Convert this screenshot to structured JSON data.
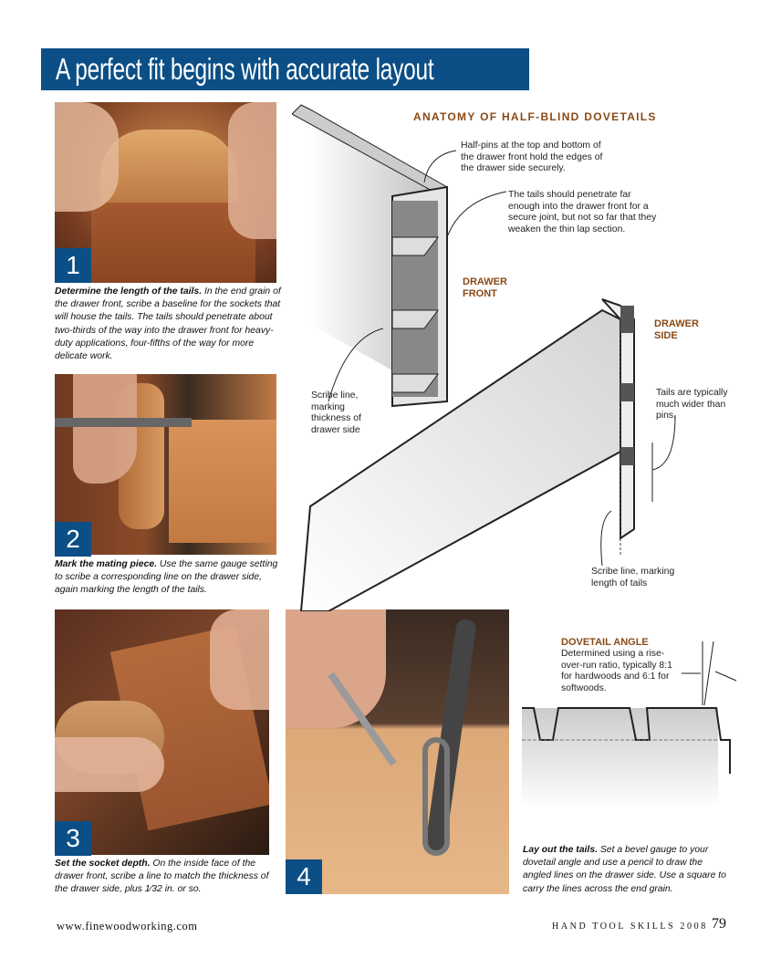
{
  "title": "A perfect fit begins with accurate layout",
  "steps": [
    {
      "number": "1",
      "lead": "Determine the length of the tails.",
      "text": " In the end grain of the drawer front, scribe a baseline for the sockets that will house the tails. The tails should penetrate about two-thirds of the way into the drawer front for heavy-duty applications, four-fifths of the way for more delicate work."
    },
    {
      "number": "2",
      "lead": "Mark the mating piece.",
      "text": " Use the same gauge setting to scribe a corresponding line on the drawer side, again marking the length of the tails."
    },
    {
      "number": "3",
      "lead": "Set the socket depth.",
      "text": " On the inside face of the drawer front, scribe a line to match the thickness of the drawer side, plus 1⁄32 in. or so."
    },
    {
      "number": "4",
      "lead": "Lay out the tails.",
      "text": " Set a bevel gauge to your dovetail angle and use a pencil to draw the angled lines on the drawer side. Use a square to carry the lines across the end grain."
    }
  ],
  "diagram": {
    "title": "ANATOMY OF HALF-BLIND DOVETAILS",
    "half_pins_note": "Half-pins at the top and bottom of the drawer front hold the edges of the drawer side securely.",
    "tails_note": "The tails should penetrate far enough into the drawer front for a secure joint, but not so far that they weaken the thin lap section.",
    "drawer_front": "DRAWER FRONT",
    "drawer_side": "DRAWER SIDE",
    "scribe_thickness": "Scribe line, marking thickness of drawer side",
    "tails_wider": "Tails are typically much wider than pins.",
    "scribe_length": "Scribe line, marking length of tails"
  },
  "angle": {
    "title": "DOVETAIL ANGLE",
    "text": "Determined using a rise-over-run ratio, typically 8:1 for hardwoods and 6:1 for softwoods."
  },
  "footer": {
    "url": "www.finewoodworking.com",
    "issue": "HAND TOOL SKILLS 2008",
    "page": "79"
  },
  "colors": {
    "banner": "#0b4f86",
    "heading": "#8a4a16"
  }
}
